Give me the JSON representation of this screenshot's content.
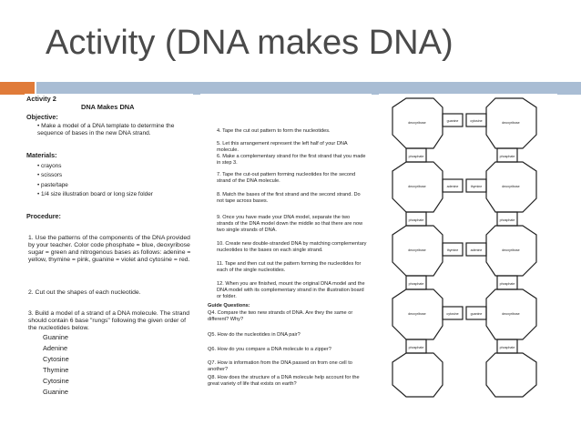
{
  "slide": {
    "title": "Activity (DNA makes DNA)"
  },
  "activity": {
    "label": "Activity 2",
    "name": "DNA Makes DNA",
    "objective_heading": "Objective:",
    "objective": "Make a model of a DNA template to determine the sequence of bases in the new DNA strand.",
    "materials_heading": "Materials:",
    "materials": [
      "crayons",
      "scissors",
      "paste/tape",
      "1/4 size illustration board or long size folder"
    ],
    "procedure_heading": "Procedure:",
    "steps": [
      "1. Use the patterns of the components of the DNA provided by your teacher. Color code phosphate = blue, deoxyribose sugar = green and nitrogenous bases as follows: adenine = yellow, thymine = pink, guanine = violet and cytosine = red.",
      "2. Cut out the shapes of each nucleotide.",
      "3. Build a model of a strand of a DNA molecule. The strand should contain 6 base \"rungs\" following the given order of the nucleotides below."
    ],
    "bases": [
      "Guanine",
      "Adenine",
      "Cytosine",
      "Thymine",
      "Cytosine",
      "Guanine"
    ],
    "steps_continued": [
      "4. Tape the cut out pattern to form the nucleotides.",
      "5. Let this arrangement represent the left half of your DNA molecule.",
      "6. Make a complementary strand for the first strand that you made in step 3.",
      "7. Tape the cut-out pattern forming nucleotides for the second strand of the DNA molecule.",
      "8. Match the bases of the first strand and the second strand. Do not tape across bases.",
      "9. Once you have made your DNA model, separate the two strands of the DNA model down the middle so that there are now two single strands of DNA.",
      "10. Create new double-stranded DNA by matching complementary nucleotides to the bases on each single strand.",
      "11. Tape and then cut out the pattern forming the nucleotides for each of the single nucleotides.",
      "12. When you are finished, mount the original DNA model and the DNA model with its complementary strand in the illustration board or folder."
    ],
    "guide_heading": "Guide Questions:",
    "questions": [
      "Q4. Compare the two new strands of DNA. Are they the same or different? Why?",
      "Q5. How do the nucleotides in DNA pair?",
      "Q6. How do you compare a DNA molecule to a zipper?",
      "Q7. How is information from the DNA passed on from one cell to another?",
      "Q8. How does the structure of a DNA molecule help account for the great variety of life that exists on earth?"
    ]
  },
  "nucleotides": {
    "sugar_label": "deoxyribose",
    "phosphate_label": "phosphate",
    "bases_left": [
      "guanine",
      "adenine",
      "thymine",
      "cytosine"
    ],
    "bases_right": [
      "cytosine",
      "thymine",
      "adenine",
      "guanine"
    ]
  },
  "colors": {
    "title": "#4a4a4a",
    "accent_orange": "#e07b39",
    "accent_blue": "#a9bdd4"
  }
}
